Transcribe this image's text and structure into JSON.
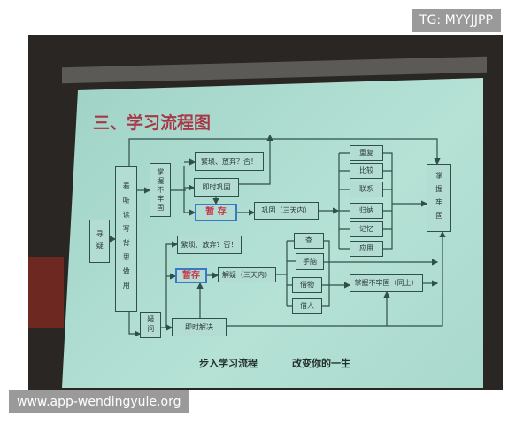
{
  "watermarks": {
    "top": "TG: MYYJJPP",
    "bottom": "www.app-wendingyule.org"
  },
  "slide": {
    "title": "三、学习流程图",
    "footer": [
      "步入学习流程",
      "改变你的一生"
    ],
    "nodes": {
      "doubt": "寻疑",
      "methods": "看听读写背思做用",
      "not_mastered": "掌握不牢固",
      "tedious_top": "繁琐、放弃？否！",
      "instant_consolidate": "即时巩固",
      "store_top": "暂 存",
      "consolidate_3days": "巩固（三天内）",
      "steps": [
        "重复",
        "比较",
        "联系",
        "归纳",
        "记忆",
        "应用"
      ],
      "mastered": "掌握牢固",
      "tedious_bottom": "繁琐、放弃？否！",
      "store_bottom": "暂存",
      "resolve_3days": "解疑（三天内）",
      "helpers": [
        "查",
        "手脑",
        "借物",
        "借人"
      ],
      "not_mastered_same": "掌握不牢固（同上）",
      "question": "疑问",
      "instant_resolve": "即时解决"
    }
  },
  "colors": {
    "screen": "#b3ddd2",
    "line": "#2f4f49",
    "title": "#a83848",
    "highlight_border": "#3c78c8"
  }
}
